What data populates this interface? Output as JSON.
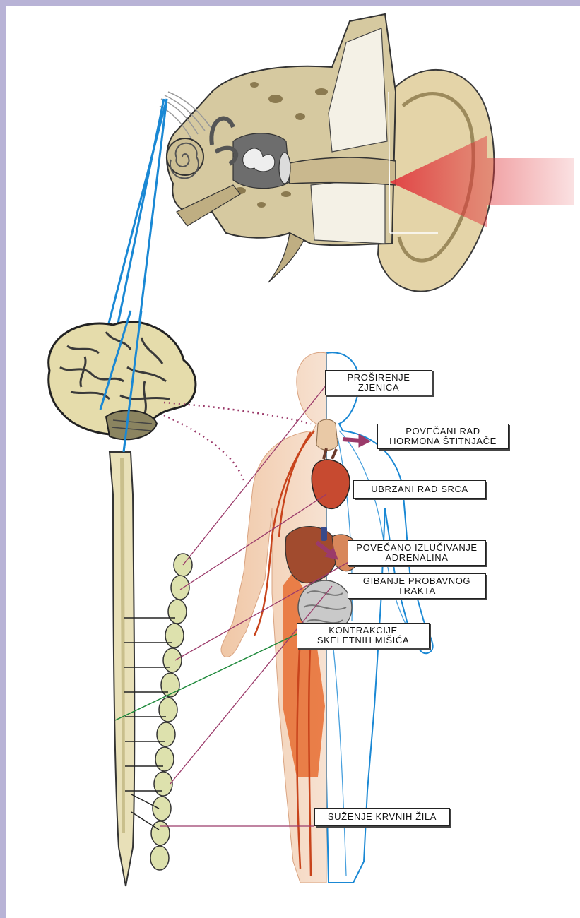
{
  "labels": {
    "pupil": {
      "line1": "PROŠIRENJE",
      "line2": "ZJENICA"
    },
    "thyroid": {
      "line1": "POVEČANI RAD",
      "line2": "HORMONA ŠTITNJAČE"
    },
    "heart": {
      "line1": "UBRZANI RAD SRCA"
    },
    "adrenaline": {
      "line1": "POVEČANO IZLUČIVANJE",
      "line2": "ADRENALINA"
    },
    "digestive": {
      "line1": "GIBANJE PROBAVNOG",
      "line2": "TRAKTA"
    },
    "muscles": {
      "line1": "KONTRAKCIJE",
      "line2": "SKELETNIH MIŠIĆA"
    },
    "vessels": {
      "line1": "SUŽENJE KRVNIH ŽILA"
    }
  },
  "colors": {
    "frame": "#b8b3d6",
    "nerve_blue": "#1a88d4",
    "effector_line": "#9b3a6a",
    "muscle_line": "#1f8a3c",
    "sound_arrow": "#e0343a",
    "bone": "#d6c9a0",
    "spinal_cord": "#e8e0b8",
    "ganglion": "#dde1ad"
  },
  "icons": [
    "ear-icon",
    "brain-icon",
    "spinal-cord-icon",
    "sympathetic-chain-icon",
    "human-body-icon",
    "sound-arrow-icon"
  ]
}
